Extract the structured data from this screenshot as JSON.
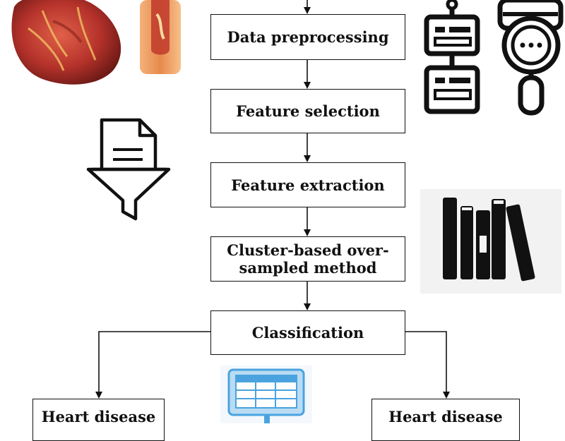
{
  "flowchart": {
    "steps": [
      {
        "id": "preprocess",
        "label": "Data preprocessing"
      },
      {
        "id": "feature-selection",
        "label": "Feature selection"
      },
      {
        "id": "feature-extraction",
        "label": "Feature extraction"
      },
      {
        "id": "oversampling",
        "label": "Cluster-based over-\nsampled method"
      },
      {
        "id": "classification",
        "label": "Classification"
      }
    ],
    "outcomes": [
      {
        "id": "left",
        "label": "Heart disease"
      },
      {
        "id": "right",
        "label": "Heart disease"
      }
    ]
  },
  "illustrations": [
    {
      "name": "heart-illustration",
      "icon": "anatomical-heart-and-artery"
    },
    {
      "name": "database-search-icon",
      "icon": "servers-and-magnifier"
    },
    {
      "name": "filter-document-icon",
      "icon": "document-funnel"
    },
    {
      "name": "books-icon",
      "icon": "stacked-books"
    },
    {
      "name": "table-board-icon",
      "icon": "spreadsheet-board"
    }
  ],
  "colors": {
    "line": "#111111",
    "box_fill": "#ffffff",
    "heart": "#b5322b",
    "board": "#4aa3df"
  }
}
